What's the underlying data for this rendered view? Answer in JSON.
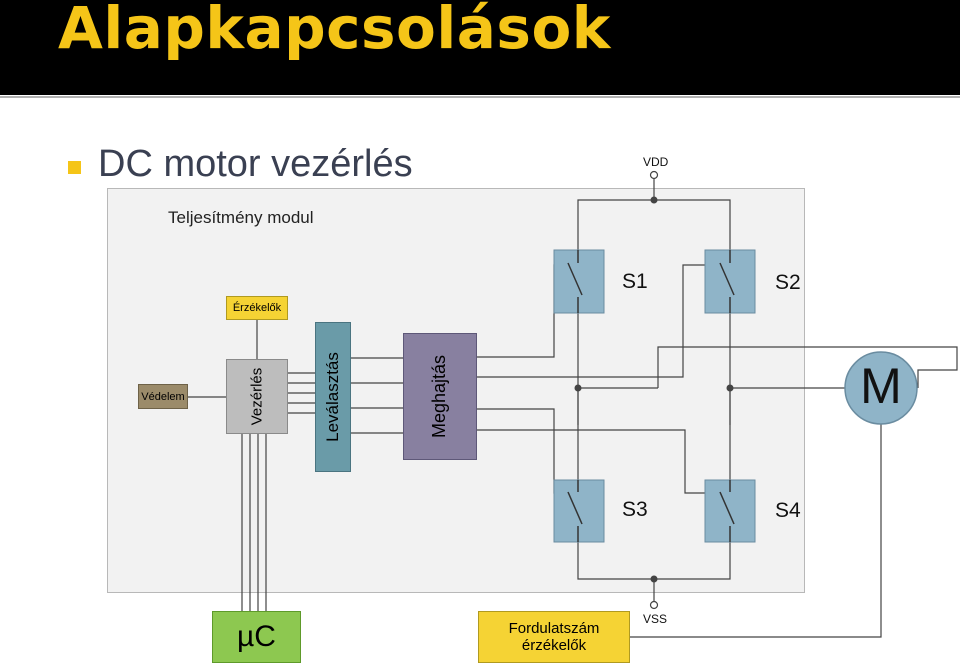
{
  "slide": {
    "title": "Alapkapcsolások",
    "bullet": "DC motor vezérlés"
  },
  "diagram": {
    "module_label": "Teljesítmény modul",
    "vdd": "VDD",
    "vss": "VSS",
    "blocks": {
      "sensors": "Érzékelők",
      "protection": "Védelem",
      "control": "Vezérlés",
      "isolation": "Leválasztás",
      "driver": "Meghajtás",
      "mcu": "µC",
      "speed_sensors": "Fordulatszám érzékelők",
      "motor": "M"
    },
    "switches": [
      "S1",
      "S2",
      "S3",
      "S4"
    ]
  },
  "colors": {
    "header_bg": "#000000",
    "title": "#f5c518",
    "sensors": "#f5d334",
    "protection": "#9b8b6a",
    "control": "#bdbdbd",
    "isolation": "#6a9ba8",
    "driver": "#8880a0",
    "mcu": "#8dc850",
    "speed_sensors": "#f5d334",
    "switch": "#8fb4c8",
    "motor": "#8fb4c8"
  }
}
